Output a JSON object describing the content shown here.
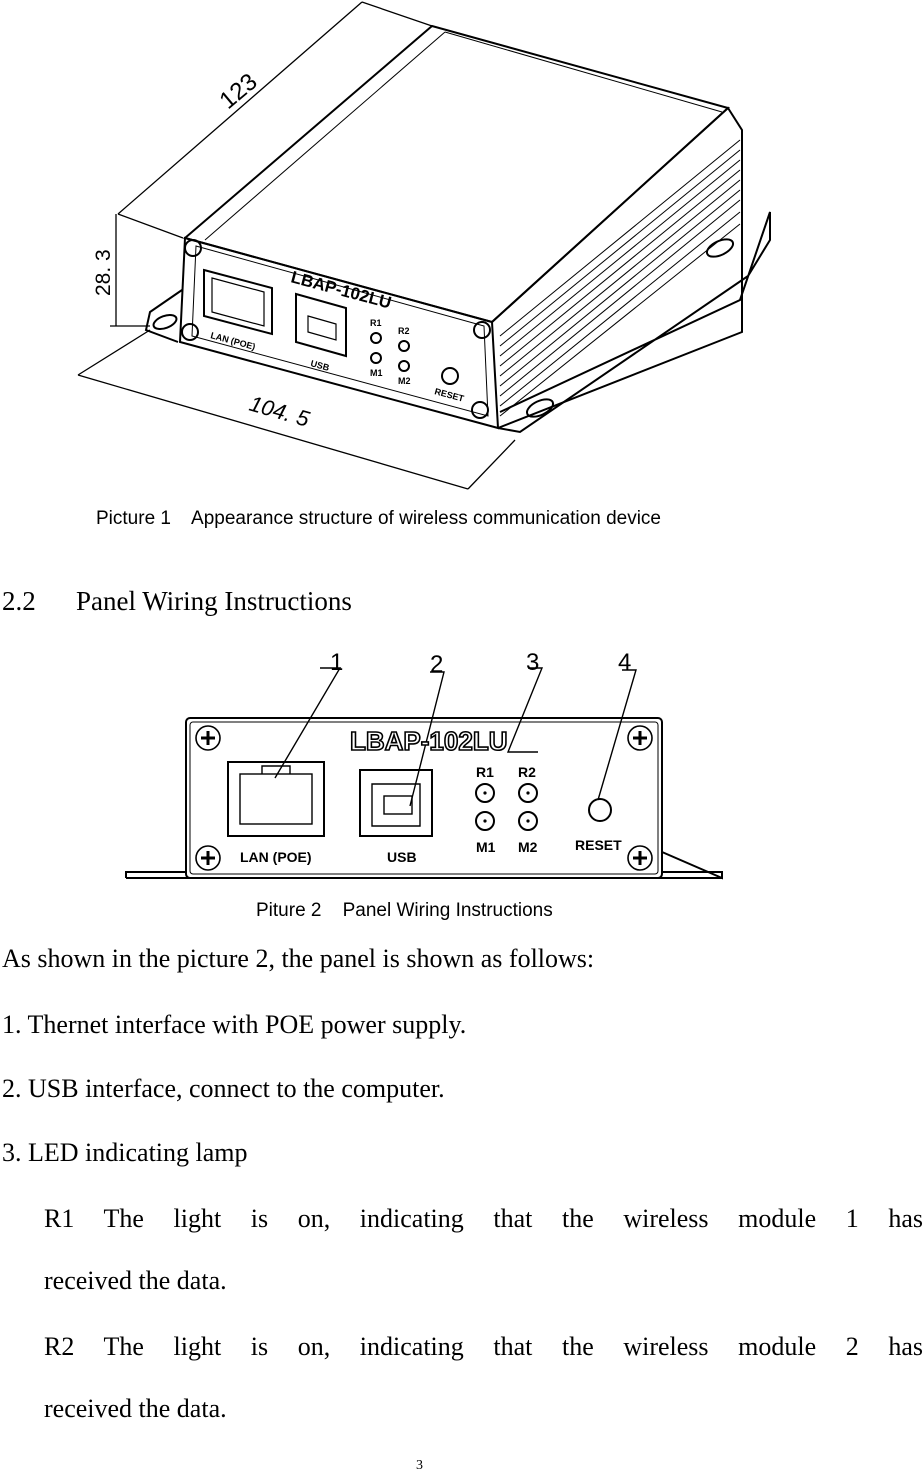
{
  "figure1": {
    "dims": {
      "length": "123",
      "height": "28. 3",
      "width": "104. 5"
    },
    "model": "LBAP-102LU",
    "labels": {
      "lan": "LAN (POE)",
      "usb": "USB",
      "r1": "R1",
      "r2": "R2",
      "m1": "M1",
      "m2": "M2",
      "reset": "RESET"
    },
    "caption": "Picture 1    Appearance structure of wireless communication device"
  },
  "section": {
    "number": "2.2",
    "title": "Panel Wiring Instructions"
  },
  "figure2": {
    "callouts": [
      "1",
      "2",
      "3",
      "4"
    ],
    "model": "LBAP-102LU",
    "labels": {
      "lan": "LAN (POE)",
      "usb": "USB",
      "r1": "R1",
      "r2": "R2",
      "m1": "M1",
      "m2": "M2",
      "reset": "RESET"
    },
    "caption": "Piture 2    Panel Wiring Instructions"
  },
  "body": {
    "intro": "As shown in the picture 2, the panel is shown as follows:",
    "item1": "1. Thernet interface with POE power supply.",
    "item2": "2. USB interface, connect to the computer.",
    "item3": "3. LED indicating lamp",
    "r1_line1": "R1    The  light  is  on,  indicating  that  the  wireless  module  1  has",
    "r1_line2": "received the data.",
    "r2_line1": "R2    The  light  is  on,  indicating  that  the  wireless  module  2  has",
    "r2_line2": "received the data."
  },
  "page_number": "3"
}
